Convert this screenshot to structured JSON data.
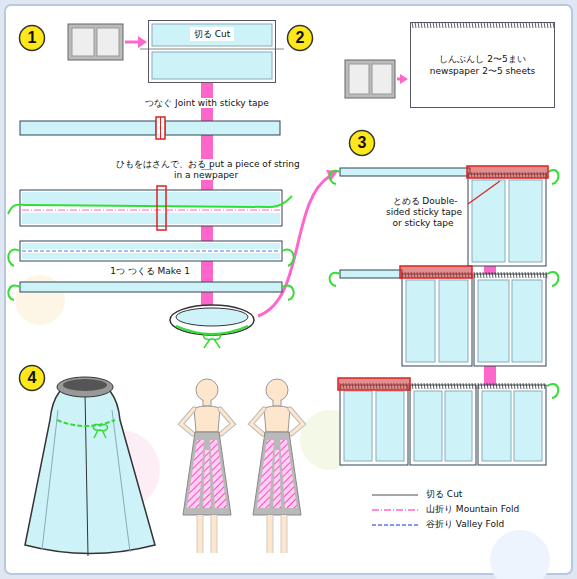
{
  "diagram": {
    "nodes": [
      {
        "text": [
          "1"
        ]
      },
      {
        "text": [
          "切る Cut"
        ]
      },
      {
        "text": [
          "2"
        ]
      },
      {
        "text": [
          "しんぶんし 2〜5まい newspaper 2〜5 sheets"
        ]
      },
      {
        "text": [
          "3"
        ]
      },
      {
        "text": [
          "4"
        ]
      }
    ],
    "labels": [
      "つなぐ Joint with sticky tape",
      "ひもをはさんで、おる put a piece of string in a newpaper",
      "1つ つくる Make 1",
      "とめる Double-sided sticky tape or sticky tape"
    ],
    "legend": [
      {
        "text": "切る Cut"
      },
      {
        "text": "山折り Mountain Fold"
      },
      {
        "text": "谷折り Valley Fold"
      }
    ]
  }
}
